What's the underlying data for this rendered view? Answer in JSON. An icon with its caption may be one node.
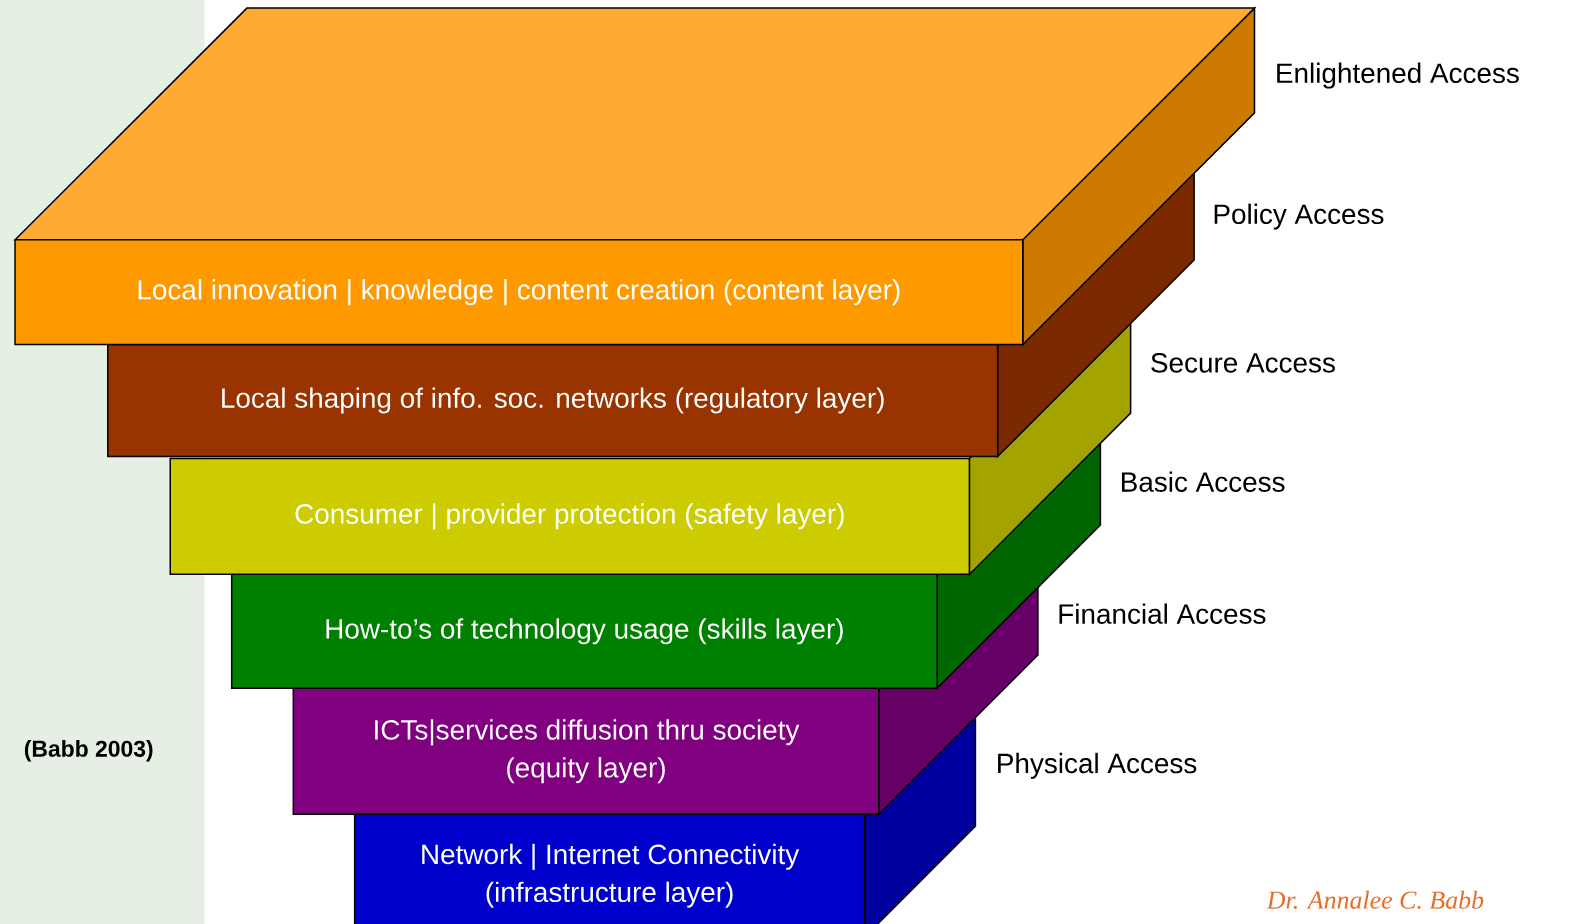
{
  "diagram": {
    "nodes": [
      {
        "text": [
          "Local innovation | knowledge | content creation (content layer)"
        ]
      },
      {
        "text": [
          "Local shaping of info. soc. networks (regulatory layer)"
        ]
      },
      {
        "text": [
          "Consumer | provider protection (safety layer)"
        ]
      },
      {
        "text": [
          "How-to’s of technology usage (skills layer)"
        ]
      },
      {
        "text": [
          "ICTs|services diffusion thru society (equity layer)"
        ]
      },
      {
        "text": [
          "Network | Internet Connectivity (infrastructure layer)"
        ]
      }
    ],
    "labels": [
      "Enlightened Access",
      "Policy Access",
      "Secure Access",
      "Basic Access",
      "Financial Access",
      "Physical Access",
      "(Babb 2003)",
      "Dr. Annalee C. Babb"
    ]
  }
}
